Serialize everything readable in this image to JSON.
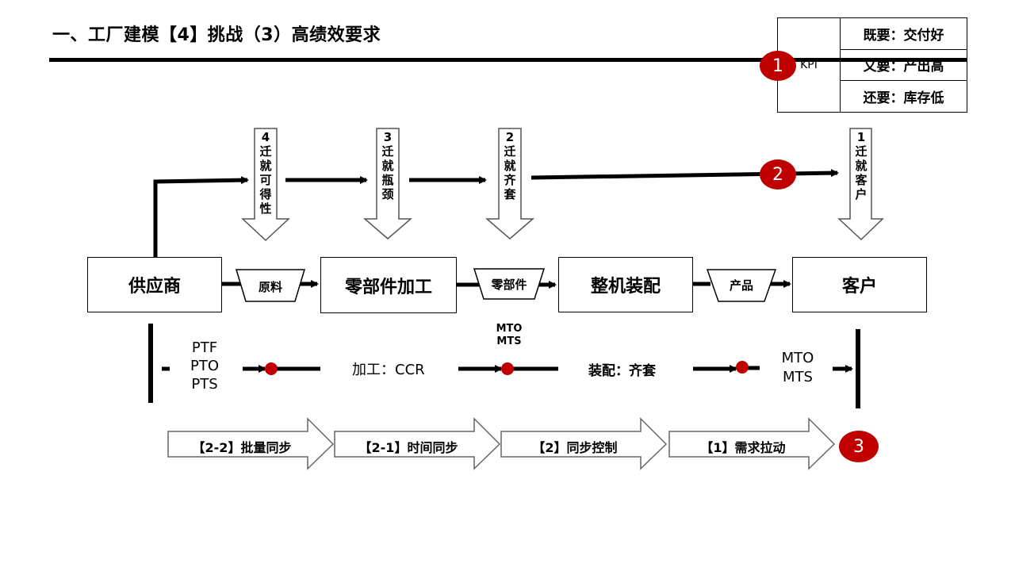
{
  "title": "一、工厂建模【4】挑战（3）高绩效要求",
  "kpi": {
    "label": "KPI",
    "rows": [
      "既要：交付好",
      "又要：产出高",
      "还要：库存低"
    ]
  },
  "badges": [
    "1",
    "2",
    "3"
  ],
  "flow_boxes": {
    "supplier": "供应商",
    "parts_processing": "零部件加工",
    "assembly": "整机装配",
    "customer": "客户"
  },
  "buffers": {
    "raw_material": "原料",
    "parts": "零部件",
    "product": "产品"
  },
  "down_arrows": {
    "a4": "4迁就可得性",
    "a3": "3迁就瓶颈",
    "a2": "2迁就齐套",
    "a1": "1迁就客户"
  },
  "modes": {
    "ptf": "PTF",
    "pto": "PTO",
    "pts": "PTS",
    "processing": "加工：CCR",
    "mto_small": "MTO",
    "mts_small": "MTS",
    "assembly": "装配：齐套",
    "mto": "MTO",
    "mts": "MTS"
  },
  "chevrons": [
    "【2-2】批量同步",
    "【2-1】时间同步",
    "【2】同步控制",
    "【1】需求拉动"
  ],
  "colors": {
    "accent_red": "#c00000",
    "line": "#000000"
  }
}
